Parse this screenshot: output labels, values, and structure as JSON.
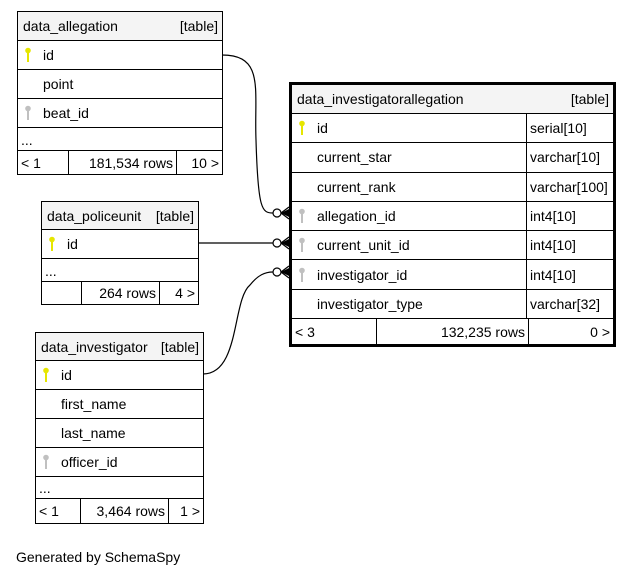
{
  "tables": [
    {
      "name": "data_allegation",
      "kind": "[table]",
      "columns": [
        {
          "name": "id",
          "key": "primary"
        },
        {
          "name": "point",
          "key": ""
        },
        {
          "name": "beat_id",
          "key": "foreign"
        }
      ],
      "more": "...",
      "footer": {
        "parents": "< 1",
        "rows": "181,534 rows",
        "children": "10 >"
      }
    },
    {
      "name": "data_policeunit",
      "kind": "[table]",
      "columns": [
        {
          "name": "id",
          "key": "primary"
        }
      ],
      "more": "...",
      "footer": {
        "parents": "",
        "rows": "264 rows",
        "children": "4 >"
      }
    },
    {
      "name": "data_investigator",
      "kind": "[table]",
      "columns": [
        {
          "name": "id",
          "key": "primary"
        },
        {
          "name": "first_name",
          "key": ""
        },
        {
          "name": "last_name",
          "key": ""
        },
        {
          "name": "officer_id",
          "key": "foreign"
        }
      ],
      "more": "...",
      "footer": {
        "parents": "< 1",
        "rows": "3,464 rows",
        "children": "1 >"
      }
    },
    {
      "name": "data_investigatorallegation",
      "kind": "[table]",
      "columns": [
        {
          "name": "id",
          "key": "primary",
          "type": "serial[10]"
        },
        {
          "name": "current_star",
          "key": "",
          "type": "varchar[10]"
        },
        {
          "name": "current_rank",
          "key": "",
          "type": "varchar[100]"
        },
        {
          "name": "allegation_id",
          "key": "foreign",
          "type": "int4[10]"
        },
        {
          "name": "current_unit_id",
          "key": "foreign",
          "type": "int4[10]"
        },
        {
          "name": "investigator_id",
          "key": "foreign",
          "type": "int4[10]"
        },
        {
          "name": "investigator_type",
          "key": "",
          "type": "varchar[32]"
        }
      ],
      "footer": {
        "parents": "< 3",
        "rows": "132,235 rows",
        "children": "0 >"
      }
    }
  ],
  "relationships": [
    {
      "from": "data_allegation.id",
      "to": "data_investigatorallegation.allegation_id"
    },
    {
      "from": "data_policeunit.id",
      "to": "data_investigatorallegation.current_unit_id"
    },
    {
      "from": "data_investigator.id",
      "to": "data_investigatorallegation.investigator_id"
    }
  ],
  "colors": {
    "primary_key": "#e6e600",
    "foreign_key": "#c0c0c0",
    "header_bg": "#f4f4f4"
  },
  "generated_by": "Generated by SchemaSpy"
}
